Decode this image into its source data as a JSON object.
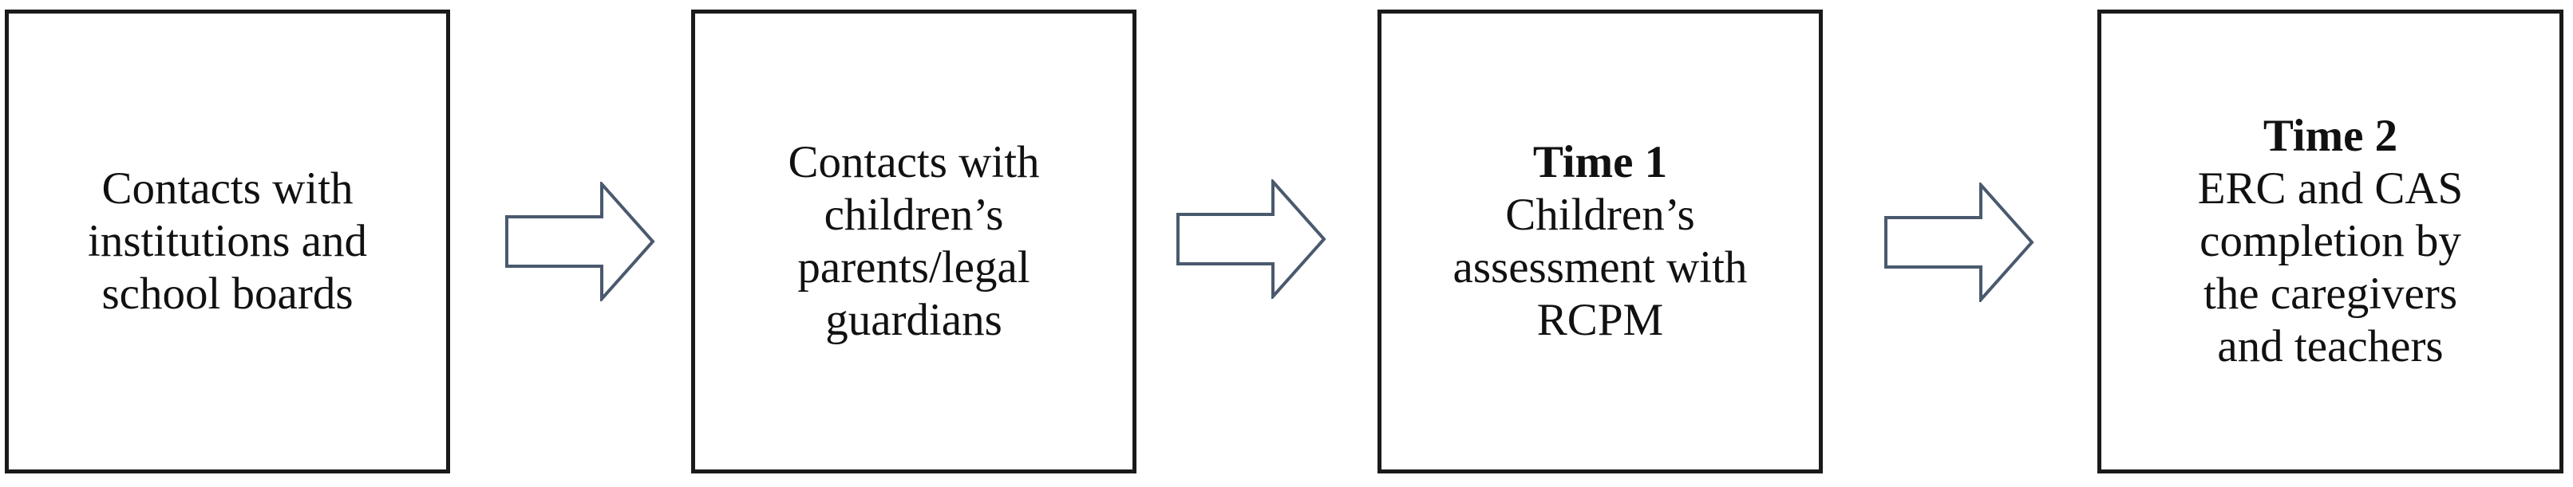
{
  "steps": [
    {
      "heading": "",
      "lines": [
        "Contacts  with",
        "institutions  and",
        "school boards"
      ]
    },
    {
      "heading": "",
      "lines": [
        "Contacts with",
        "children’s",
        "parents/legal",
        "guardians"
      ]
    },
    {
      "heading": "Time 1",
      "lines": [
        "Children’s",
        "assessment  with",
        "RCPM"
      ]
    },
    {
      "heading": "Time 2",
      "lines": [
        "ERC and CAS",
        "completion  by",
        "the caregivers",
        "and teachers"
      ]
    }
  ],
  "colors": {
    "border": "#1a1a1a",
    "arrow_stroke": "#4a5a6e",
    "arrow_fill": "#ffffff",
    "text": "#111111"
  }
}
